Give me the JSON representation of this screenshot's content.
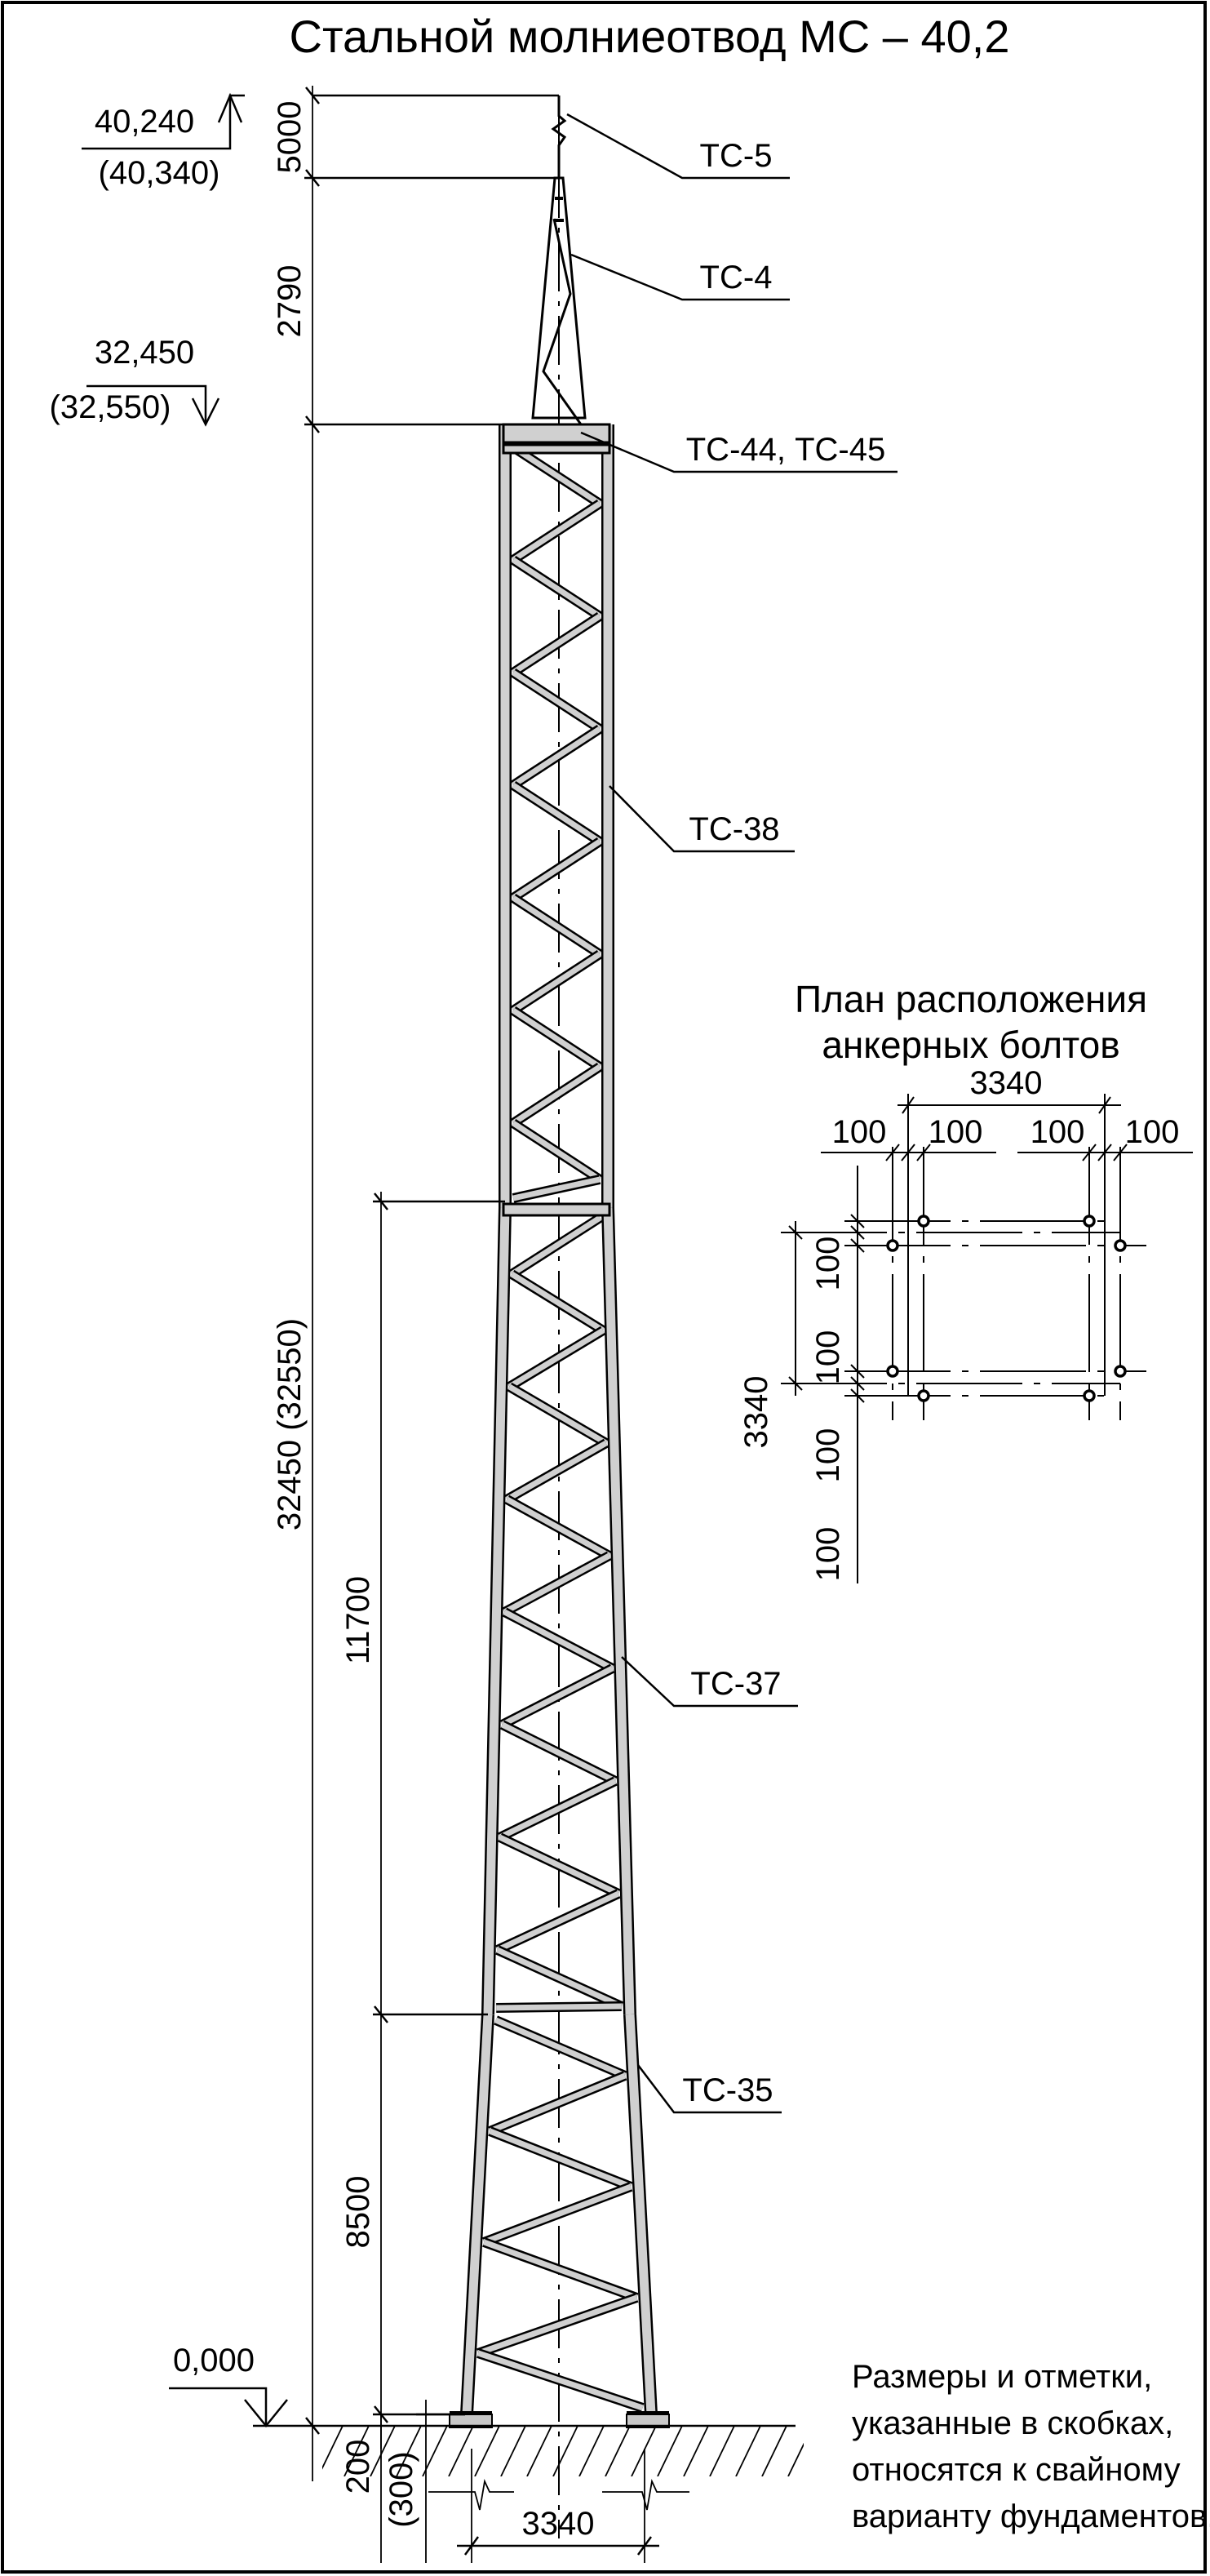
{
  "title": "Стальной молниеотвод МС – 40,2",
  "elevations": {
    "top": "40,240",
    "top_pile": "(40,340)",
    "mid": "32,450",
    "mid_pile": "(32,550)",
    "ground": "0,000"
  },
  "dimensions": {
    "d5000": "5000",
    "d2790": "2790",
    "total": "32450  (32550)",
    "d11700": "11700",
    "d8500": "8500",
    "d200": "200",
    "d300": "(300)",
    "base": "3340"
  },
  "callouts": [
    "ТС-5",
    "ТС-4",
    "ТС-44, ТС-45",
    "ТС-38",
    "ТС-37",
    "ТС-35"
  ],
  "plan": {
    "title_line1": "План расположения",
    "title_line2": "анкерных болтов",
    "width": "3340",
    "height": "3340",
    "offsets_h": [
      "100",
      "100",
      "100",
      "100"
    ],
    "offsets_v": [
      "100",
      "100",
      "100",
      "100"
    ]
  },
  "note": [
    "Размеры и отметки,",
    "указанные в скобках,",
    "относятся к свайному",
    "варианту фундаментов."
  ],
  "colors": {
    "member_fill": "#d0d0d0",
    "line": "#000000"
  }
}
